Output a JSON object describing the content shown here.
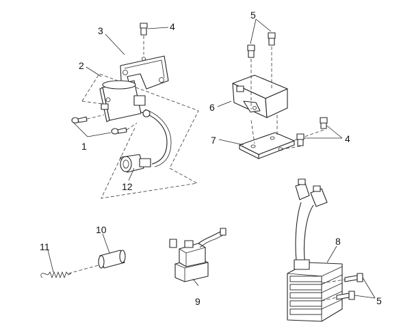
{
  "callouts": [
    {
      "id": "c1",
      "text": "1"
    },
    {
      "id": "c2",
      "text": "2"
    },
    {
      "id": "c3",
      "text": "3"
    },
    {
      "id": "c4a",
      "text": "4"
    },
    {
      "id": "c4b",
      "text": "4"
    },
    {
      "id": "c5a",
      "text": "5"
    },
    {
      "id": "c5b",
      "text": "5"
    },
    {
      "id": "c6",
      "text": "6"
    },
    {
      "id": "c7",
      "text": "7"
    },
    {
      "id": "c8",
      "text": "8"
    },
    {
      "id": "c9",
      "text": "9"
    },
    {
      "id": "c10",
      "text": "10"
    },
    {
      "id": "c11",
      "text": "11"
    },
    {
      "id": "c12",
      "text": "12"
    }
  ]
}
